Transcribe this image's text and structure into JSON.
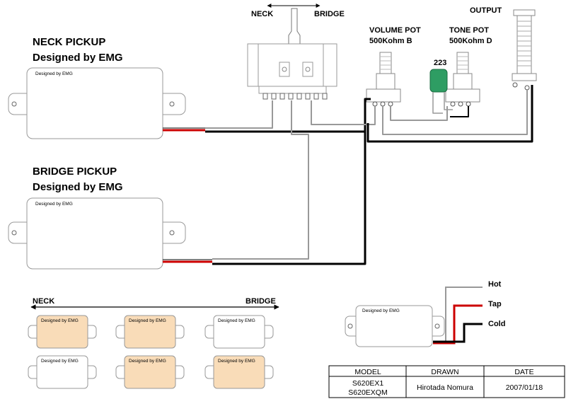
{
  "neck_pickup": {
    "title": "NECK PICKUP",
    "subtitle": "Designed by EMG",
    "inner_label": "Designed by EMG"
  },
  "bridge_pickup": {
    "title": "BRIDGE PICKUP",
    "subtitle": "Designed by EMG",
    "inner_label": "Designed by EMG"
  },
  "switch": {
    "neck_label": "NECK",
    "bridge_label": "BRIDGE"
  },
  "volume_pot": {
    "title": "VOLUME POT",
    "value": "500Kohm B"
  },
  "tone_pot": {
    "title": "TONE POT",
    "value": "500Kohm D"
  },
  "capacitor": {
    "label": "223",
    "color": "#2e9d63"
  },
  "output": {
    "label": "OUTPUT"
  },
  "positions": {
    "neck_label": "NECK",
    "bridge_label": "BRIDGE",
    "pickup_label": "Designed by EMG",
    "active_color": "#f9dcb8"
  },
  "wire_legend": {
    "hot": "Hot",
    "tap": "Tap",
    "cold": "Cold",
    "pickup_label": "Designed by EMG"
  },
  "title_block": {
    "model_header": "MODEL",
    "drawn_header": "DRAWN",
    "date_header": "DATE",
    "model_line1": "S620EX1",
    "model_line2": "S620EXQM",
    "drawn": "Hirotada  Nomura",
    "date": "2007/01/18"
  }
}
